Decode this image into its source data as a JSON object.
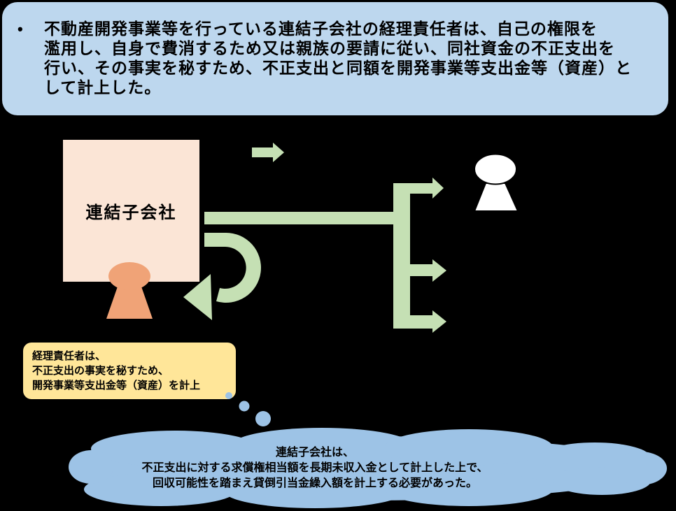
{
  "colors": {
    "background": "#000000",
    "top_callout_bg": "#BDD7EE",
    "subsidiary_box_bg": "#FBE5D6",
    "arrow_green": "#C5E0B4",
    "person_orange": "#F0A377",
    "person_white": "#FFFFFF",
    "note_bg": "#FFE699",
    "cloud_blue": "#9DC3E6",
    "text": "#000000"
  },
  "top_callout": {
    "bullet": "•",
    "lines": [
      "不動産開発事業等を行っている連結子会社の経理責任者は、自己の権限を",
      "濫用し、自身で費消するため又は親族の要請に従い、同社資金の不正支出を",
      "行い、その事実を秘すため、不正支出と同額を開発事業等支出金等（資産）と",
      "して計上した。"
    ]
  },
  "diagram": {
    "subsidiary_box_label": "連結子会社",
    "icons": [
      "arrow-right-small-icon",
      "main-flow-arrow-icon",
      "branch-arrow-top-icon",
      "branch-arrow-middle-icon",
      "branch-arrow-bottom-icon",
      "return-curved-arrow-icon",
      "white-person-icon",
      "orange-person-icon",
      "thought-dots-icon",
      "thought-cloud-shape"
    ]
  },
  "note_callout": {
    "lines": [
      "経理責任者は、",
      "不正支出の事実を秘すため、",
      "開発事業等支出金等（資産）を計上"
    ]
  },
  "thought_cloud": {
    "lines": [
      "連結子会社は、",
      "不正支出に対する求償権相当額を長期未収入金として計上した上で、",
      "回収可能性を踏まえ貸倒引当金繰入額を計上する必要があった。"
    ]
  }
}
